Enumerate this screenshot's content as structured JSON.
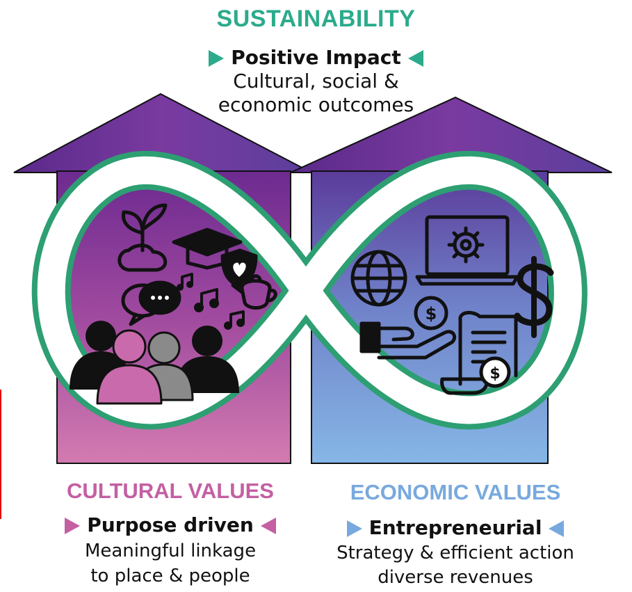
{
  "title": "SUSTAINABILITY",
  "top": {
    "headline": "Positive Impact",
    "lines": [
      "Cultural, social &",
      "economic outcomes"
    ]
  },
  "left": {
    "title": "CULTURAL VALUES",
    "headline": "Purpose driven",
    "lines": [
      "Meaningful linkage",
      "to place & people"
    ]
  },
  "right": {
    "title": "ECONOMIC VALUES",
    "headline": "Entrepreneurial",
    "lines": [
      "Strategy & efficient action",
      "diverse revenues"
    ]
  },
  "icons": {
    "left": [
      "sprout-icon",
      "graduation-cap-icon",
      "heart-shield-icon",
      "speech-bubbles-icon",
      "music-notes-icon",
      "teapot-icon",
      "people-group-icon"
    ],
    "right": [
      "globe-icon",
      "laptop-gear-icon",
      "dollar-sign-icon",
      "hand-coin-icon",
      "receipt-coin-icon"
    ]
  },
  "colors": {
    "sustainability": "#2bab8c",
    "cultural": "#c45fa2",
    "economic": "#78a9de",
    "roof_purple": "#6b2e8f",
    "infinity_green": "#3aaa7c"
  }
}
